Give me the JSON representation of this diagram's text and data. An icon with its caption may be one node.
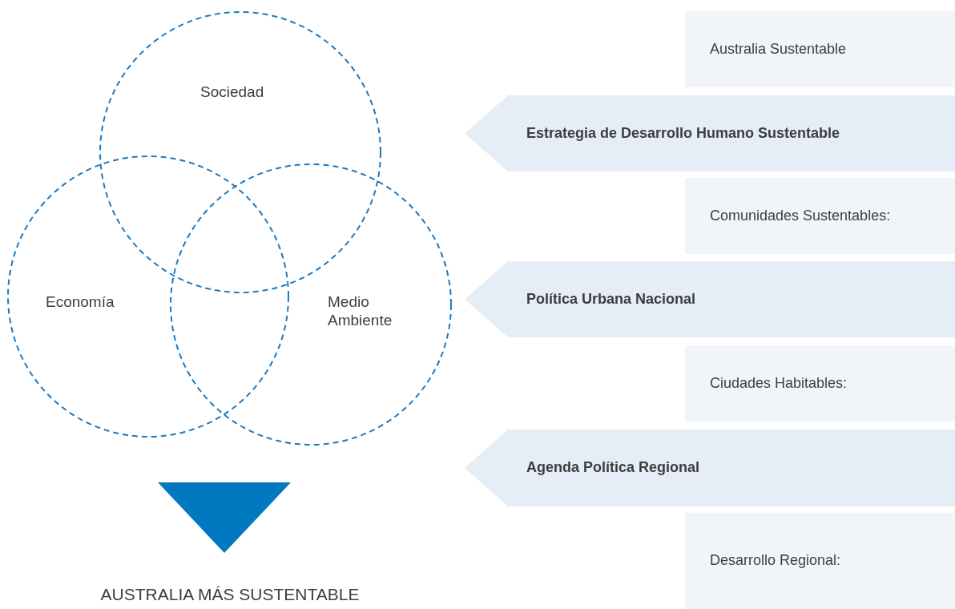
{
  "diagram": {
    "nodes": [
      {
        "text": [
          "Sociedad"
        ]
      },
      {
        "text": [
          "Economía"
        ]
      },
      {
        "text": [
          "Medio Ambiente"
        ]
      },
      {
        "text": [
          "Australia Sustentable"
        ]
      },
      {
        "text": [
          "Estrategia de Desarrollo Humano Sustentable"
        ]
      },
      {
        "text": [
          "Comunidades Sustentables:"
        ]
      },
      {
        "text": [
          "Política Urbana Nacional"
        ]
      },
      {
        "text": [
          "Ciudades Habitables:"
        ]
      },
      {
        "text": [
          "Agenda Política Regional"
        ]
      },
      {
        "text": [
          "Desarrollo Regional:"
        ]
      }
    ],
    "labels": [
      "AUSTRALIA MÁS SUSTENTABLE"
    ]
  }
}
